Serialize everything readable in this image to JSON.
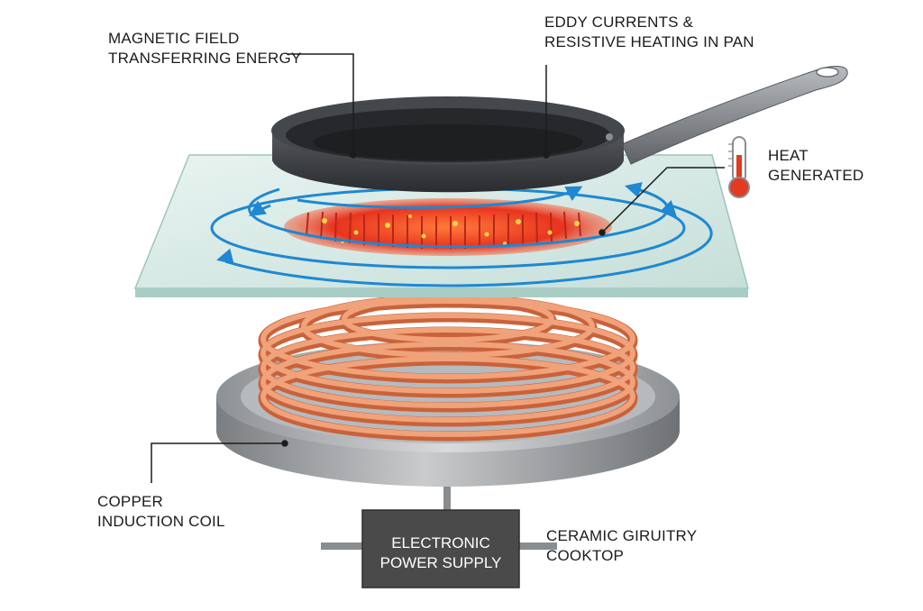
{
  "labels": {
    "magnetic_field": [
      "MAGNETIC FIELD",
      "TRANSFERRING ENERGY"
    ],
    "eddy_currents": [
      "EDDY CURRENTS &",
      "RESISTIVE HEATING IN PAN"
    ],
    "heat": [
      "HEAT",
      "GENERATED"
    ],
    "copper_coil": [
      "COPPER",
      "INDUCTION COIL"
    ],
    "power_supply": [
      "ELECTRONIC",
      "POWER SUPPLY"
    ],
    "cooktop": [
      "CERAMIC GIRUITRY",
      "COOKTOP"
    ]
  },
  "colors": {
    "pan": "#3a3c3f",
    "copper": "#e8875a",
    "field": "#1e88d2",
    "glass": "#cfe6e0",
    "heat": "#e23b22",
    "supply": "#4a4a4a",
    "base": "#a9acaf"
  }
}
